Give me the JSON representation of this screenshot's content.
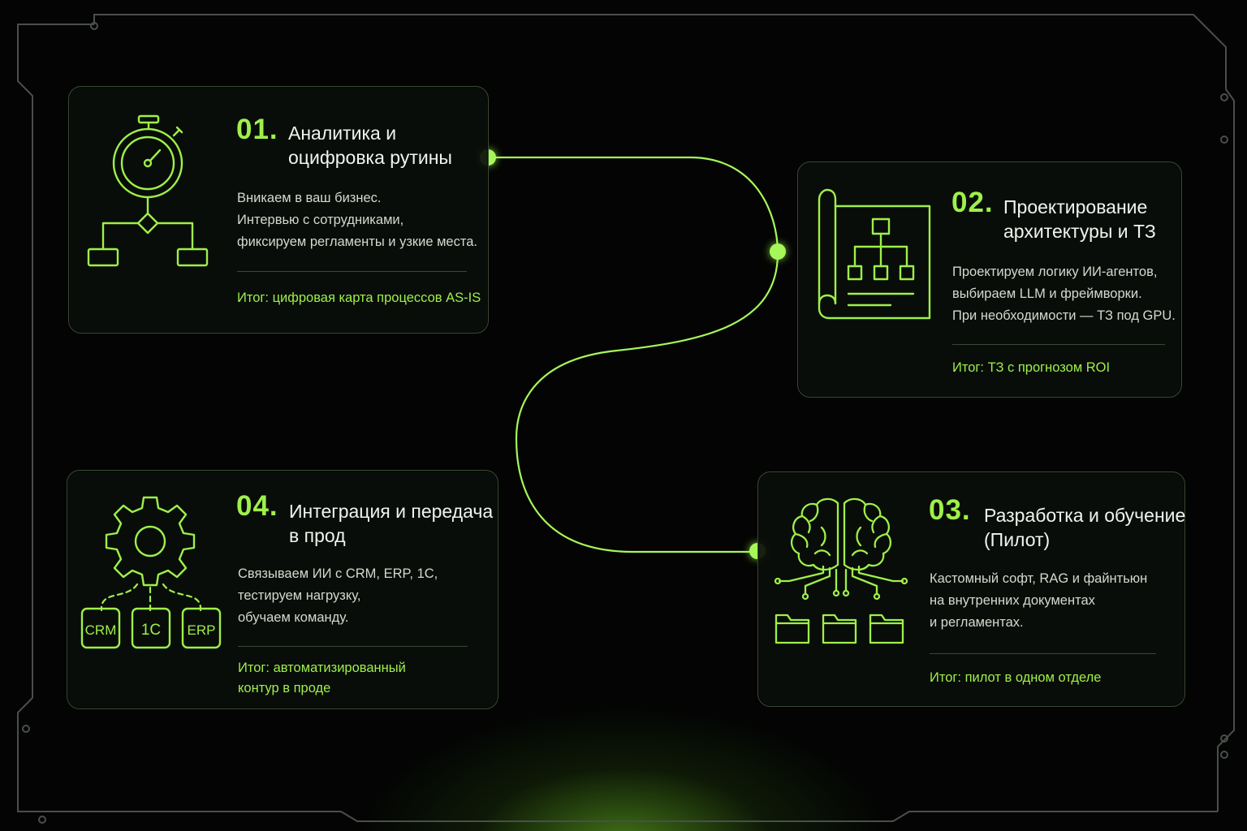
{
  "steps": [
    {
      "number": "01.",
      "title": [
        "Аналитика и",
        "оцифровка рутины"
      ],
      "description": [
        "Вникаем в ваш бизнес.",
        "Интервью с сотрудниками,",
        "фиксируем регламенты и узкие места."
      ],
      "result": [
        "Итог: цифровая карта процессов AS-IS"
      ],
      "icon": "stopwatch-flowchart-icon"
    },
    {
      "number": "02.",
      "title": [
        "Проектирование",
        "архитектуры и ТЗ"
      ],
      "description": [
        "Проектируем логику ИИ-агентов,",
        "выбираем LLM и фреймворки.",
        "При необходимости — ТЗ под GPU."
      ],
      "result": [
        "Итог: ТЗ с прогнозом ROI"
      ],
      "icon": "blueprint-hierarchy-icon"
    },
    {
      "number": "03.",
      "title": [
        "Разработка и обучение",
        "(Пилот)"
      ],
      "description": [
        "Кастомный софт, RAG и файнтьюн",
        "на внутренних документах",
        "и регламентах."
      ],
      "result": [
        "Итог: пилот в одном отделе"
      ],
      "icon": "brain-folders-icon"
    },
    {
      "number": "04.",
      "title": [
        "Интеграция и передача",
        "в прод"
      ],
      "description": [
        "Связываем ИИ с CRM, ERP, 1С,",
        "тестируем нагрузку,",
        "обучаем команду."
      ],
      "result": [
        "Итог: автоматизированный",
        "контур в проде"
      ],
      "icon": "gear-systems-icon",
      "icon_labels": [
        "CRM",
        "1С",
        "ERP"
      ]
    }
  ],
  "colors": {
    "accent": "#9ef04a",
    "background": "#030403",
    "card_border": "#3a4a34",
    "title_text": "#f1f3ee"
  }
}
